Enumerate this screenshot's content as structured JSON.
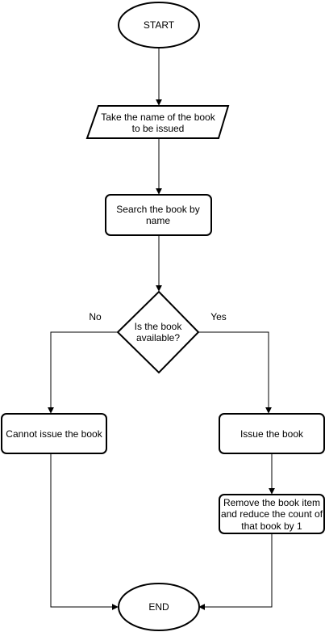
{
  "nodes": {
    "start": {
      "label": "START",
      "shape": "ellipse"
    },
    "input": {
      "label_lines": [
        "Take the name of the book",
        "to be issued"
      ],
      "shape": "parallelogram"
    },
    "search": {
      "label_lines": [
        "Search the book by",
        "name"
      ],
      "shape": "rounded-rect"
    },
    "decision": {
      "label_lines": [
        "Is the book",
        "available?"
      ],
      "shape": "diamond"
    },
    "cannot": {
      "label": "Cannot issue the book",
      "shape": "rounded-rect"
    },
    "issue": {
      "label": "Issue the book",
      "shape": "rounded-rect"
    },
    "remove": {
      "label_lines": [
        "Remove the book item",
        "and reduce the count of",
        "that book by 1"
      ],
      "shape": "rounded-rect"
    },
    "end": {
      "label": "END",
      "shape": "ellipse"
    }
  },
  "edges": {
    "no_label": "No",
    "yes_label": "Yes"
  },
  "colors": {
    "stroke": "#000000",
    "fill": "#ffffff"
  }
}
